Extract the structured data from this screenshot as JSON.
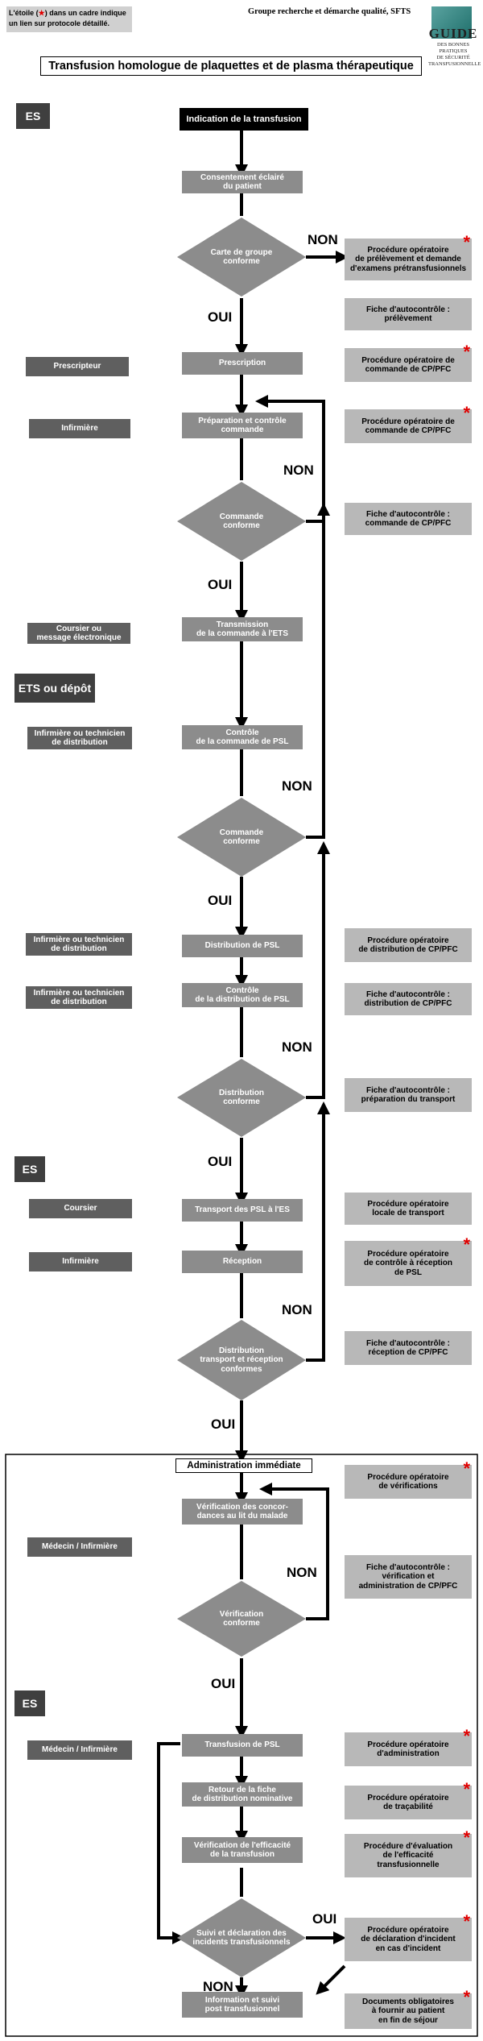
{
  "header": {
    "legend_line1_pre": "L'étoile (",
    "legend_star": "★",
    "legend_line1_post": ") dans un cadre indique",
    "legend_line2": "un lien sur protocole détaillé.",
    "org": "Groupe recherche et démarche qualité, SFTS",
    "logo_big": "GUIDE",
    "logo_small": "DES BONNES\nPRATIQUES\nDE SÉCURITÉ\nTRANSFUSIONNELLE",
    "title": "Transfusion homologue de plaquettes et de plasma thérapeutique"
  },
  "sections": {
    "es1": "ES",
    "ets": "ETS ou dépôt",
    "es2": "ES",
    "es3": "ES"
  },
  "roles": {
    "r1": "Prescripteur",
    "r2": "Infirmière",
    "r3": "Coursier ou\nmessage électronique",
    "r4": "Infirmière ou technicien\nde distribution",
    "r5": "Infirmière ou technicien\nde distribution",
    "r6": "Infirmière ou technicien\nde distribution",
    "r7": "Coursier",
    "r8": "Infirmière",
    "r9": "Médecin / Infirmière",
    "r10": "Médecin / Infirmière"
  },
  "steps": {
    "s0": "Indication de la transfusion",
    "s1": "Consentement éclairé\ndu patient",
    "d1": "Carte de groupe\nconforme",
    "s2": "Prescription",
    "s3": "Préparation et contrôle\ncommande",
    "d2": "Commande\nconforme",
    "s4": "Transmission\nde la commande à l'ETS",
    "s5": "Contrôle\nde la commande de PSL",
    "d3": "Commande\nconforme",
    "s6": "Distribution de PSL",
    "s7": "Contrôle\nde la distribution de PSL",
    "d4": "Distribution\nconforme",
    "s8": "Transport des PSL  à l'ES",
    "s9": "Réception",
    "d5": "Distribution\ntransport et réception\nconformes",
    "admin": "Administration immédiate",
    "s10": "Vérification des concor-\ndances au lit du malade",
    "d6": "Vérification\nconforme",
    "s11": "Transfusion de PSL",
    "s12": "Retour de la fiche\nde distribution nominative",
    "s13": "Vérification de l'efficacité\nde la transfusion",
    "d7": "Suivi et déclaration des\nincidents transfusionnels",
    "s14": "Information et suivi\npost transfusionnel"
  },
  "docs": {
    "p1": "Procédure opératoire\nde prélèvement et demande\nd'examens prétransfusionnels",
    "f1": "Fiche d'autocontrôle :\nprélèvement",
    "p2": "Procédure opératoire de\ncommande de CP/PFC",
    "p3": "Procédure opératoire de\ncommande de CP/PFC",
    "f2": "Fiche d'autocontrôle :\ncommande de CP/PFC",
    "p4": "Procédure opératoire\nde distribution de CP/PFC",
    "f3": "Fiche d'autocontrôle :\ndistribution de CP/PFC",
    "f4": "Fiche d'autocontrôle :\npréparation du transport",
    "p5": "Procédure opératoire\nlocale de transport",
    "p6": "Procédure opératoire\nde contrôle à réception\nde PSL",
    "f5": "Fiche d'autocontrôle :\nréception de CP/PFC",
    "p7": "Procédure opératoire\nde vérifications",
    "f6": "Fiche d'autocontrôle :\nvérification et\nadministration de CP/PFC",
    "p8": "Procédure opératoire\nd'administration",
    "p9": "Procédure opératoire\nde traçabilité",
    "p10": "Procédure d'évaluation\nde l'efficacité\ntransfusionnelle",
    "p11": "Procédure opératoire\nde déclaration d'incident\nen cas d'incident",
    "p12": "Documents obligatoires\nà fournir au patient\nen fin de séjour"
  },
  "labels": {
    "non": "NON",
    "oui": "OUI"
  },
  "colors": {
    "star": "#e00000",
    "step": "#8c8c8c",
    "role": "#5f5f5f",
    "section": "#3f3f3f",
    "doc": "#b8b8b8"
  }
}
